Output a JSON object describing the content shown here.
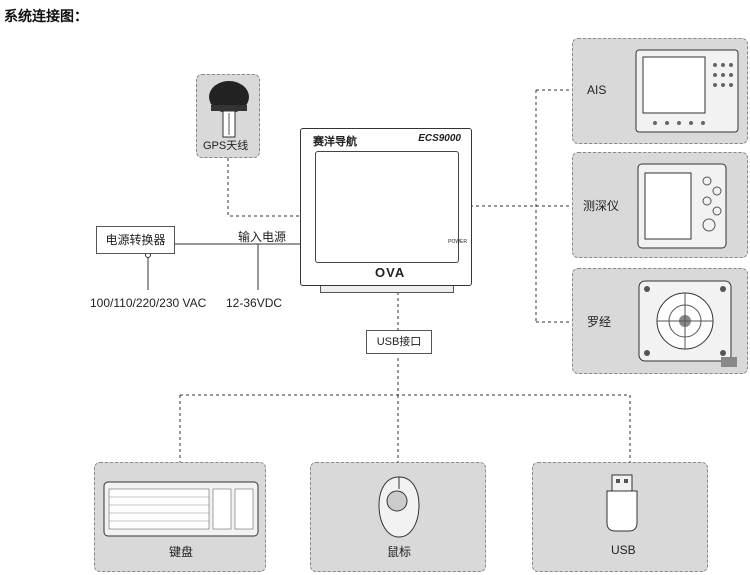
{
  "title": "系统连接图：",
  "gps": {
    "label": "GPS天线"
  },
  "power_converter": {
    "label": "电源转换器"
  },
  "input_power": {
    "label": "输入电源"
  },
  "vac": {
    "label": "100/110/220/230 VAC"
  },
  "vdc": {
    "label": "12-36VDC"
  },
  "display": {
    "brand": "赛洋导航",
    "model": "ECS9000",
    "power_label": "POWER",
    "logo": "OVA"
  },
  "usb_port": {
    "label": "USB接口"
  },
  "right_devices": [
    {
      "label": "AIS"
    },
    {
      "label": "测深仪"
    },
    {
      "label": "罗经"
    }
  ],
  "bottom_devices": [
    {
      "label": "键盘"
    },
    {
      "label": "鼠标"
    },
    {
      "label": "USB"
    }
  ]
}
